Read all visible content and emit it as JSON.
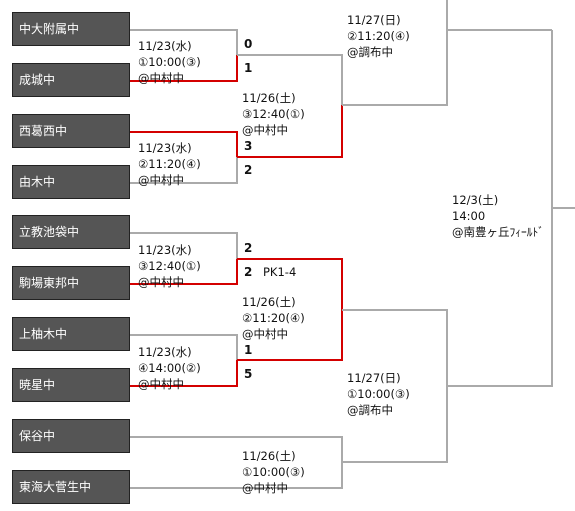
{
  "teams": [
    "中大附属中",
    "成城中",
    "西葛西中",
    "由木中",
    "立教池袋中",
    "駒場東邦中",
    "上柚木中",
    "暁星中",
    "保谷中",
    "東海大菅生中"
  ],
  "round1": [
    {
      "date": "11/23(水)",
      "slot": "①10:00(③)",
      "venue": "@中村中",
      "score_top": "0",
      "score_bottom": "1"
    },
    {
      "date": "11/23(水)",
      "slot": "②11:20(④)",
      "venue": "@中村中",
      "score_top": "3",
      "score_bottom": "2"
    },
    {
      "date": "11/23(水)",
      "slot": "③12:40(①)",
      "venue": "@中村中",
      "score_top": "2",
      "score_bottom": "2",
      "pk": "PK1-4"
    },
    {
      "date": "11/23(水)",
      "slot": "④14:00(②)",
      "venue": "@中村中",
      "score_top": "1",
      "score_bottom": "5"
    }
  ],
  "round2": [
    {
      "date": "11/26(土)",
      "slot": "③12:40(①)",
      "venue": "@中村中"
    },
    {
      "date": "11/26(土)",
      "slot": "②11:20(④)",
      "venue": "@中村中"
    },
    {
      "date": "11/26(土)",
      "slot": "①10:00(③)",
      "venue": "@中村中"
    }
  ],
  "semis": [
    {
      "date": "11/27(日)",
      "slot": "②11:20(④)",
      "venue": "@調布中"
    },
    {
      "date": "11/27(日)",
      "slot": "①10:00(③)",
      "venue": "@調布中"
    }
  ],
  "final": {
    "date": "12/3(土)",
    "time": "14:00",
    "venue": "@南豊ヶ丘ﾌｨｰﾙﾄﾞ"
  },
  "colors": {
    "winner": "#d40000",
    "pending": "#aaaaaa",
    "team_box": "#555555"
  }
}
